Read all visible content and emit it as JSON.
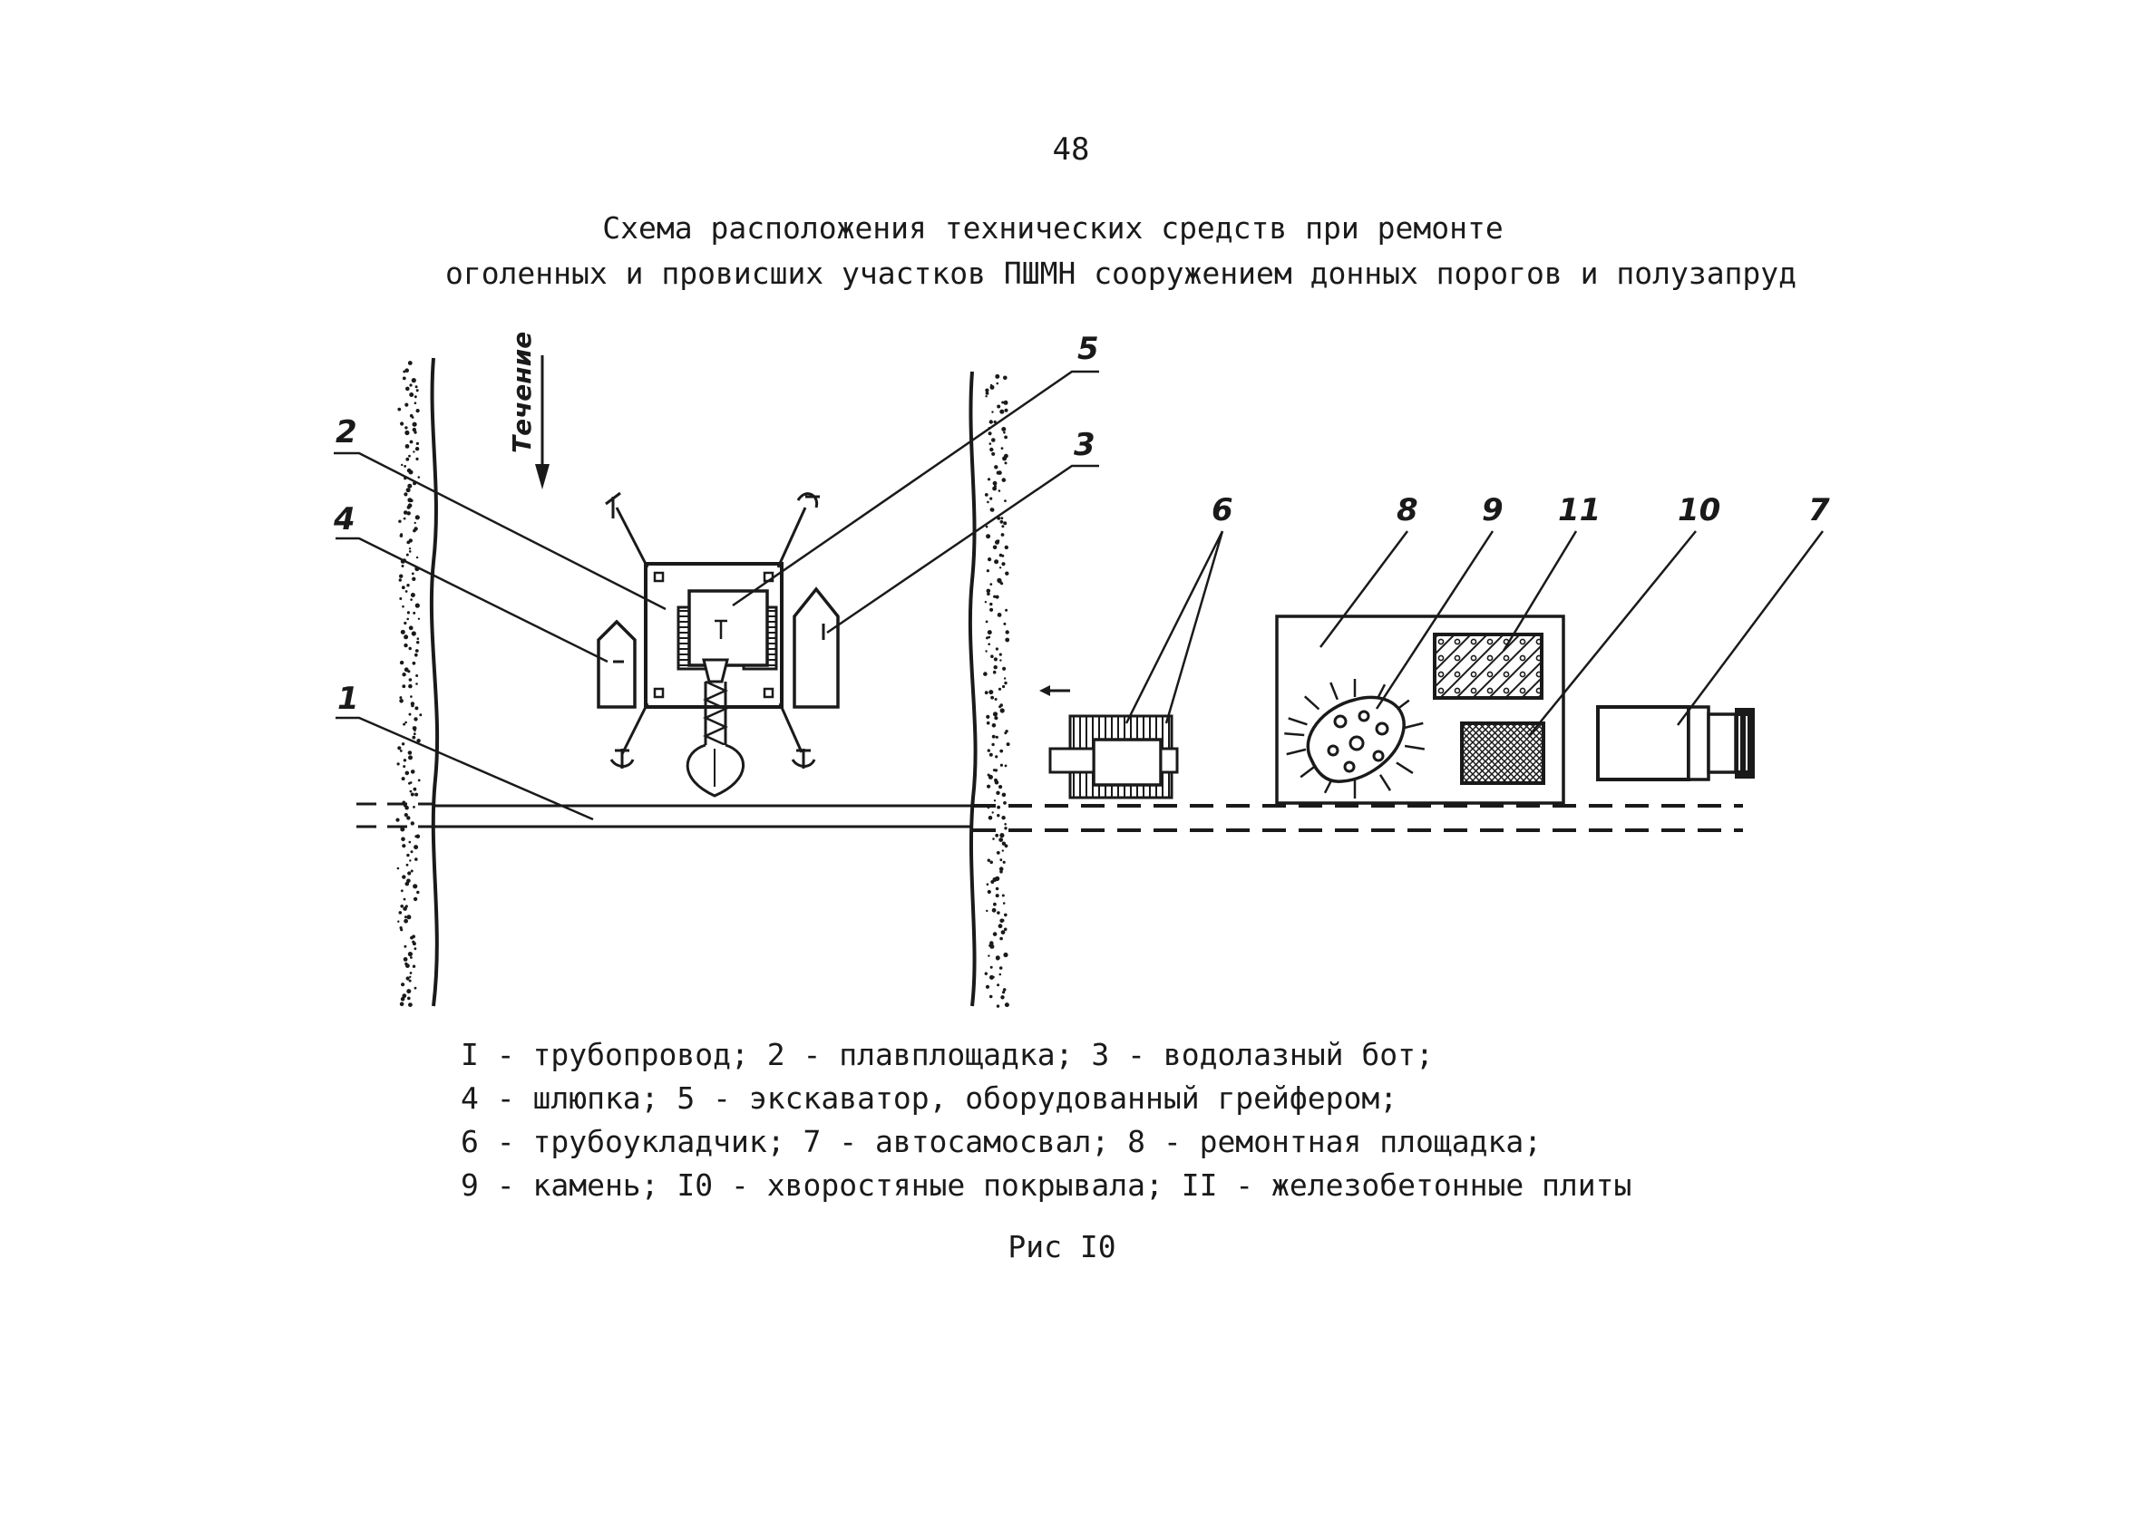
{
  "page_number": "48",
  "title": {
    "line1": "Схема расположения технических средств при ремонте",
    "line2": "оголенных и провисших участков ПШМН сооружением донных порогов и полузапруд"
  },
  "diagram": {
    "flow_label": "Течение",
    "callouts": {
      "c1": "1",
      "c2": "2",
      "c3": "3",
      "c4": "4",
      "c5": "5",
      "c6": "6",
      "c7": "7",
      "c8": "8",
      "c9": "9",
      "c10": "10",
      "c11": "11"
    }
  },
  "legend": {
    "line1": "I - трубопровод; 2 - плавплощадка; 3 - водолазный бот;",
    "line2": "4 - шлюпка; 5 - экскаватор, оборудованный грейфером;",
    "line3": "6 - трубоукладчик; 7 - автосамосвал; 8 - ремонтная площадка;",
    "line4": "9 - камень; I0 - хворостяные покрывала; II - железобетонные плиты"
  },
  "caption": "Рис  I0"
}
